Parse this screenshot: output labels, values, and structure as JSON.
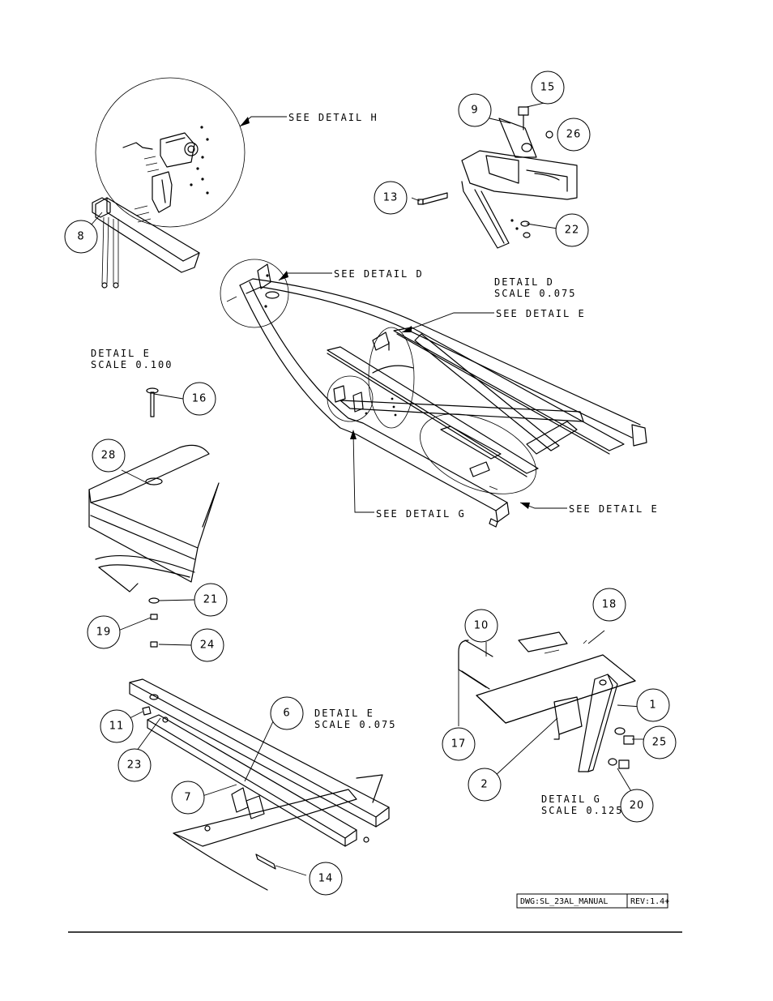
{
  "callouts": [
    {
      "id": "c15",
      "label": "15"
    },
    {
      "id": "c9",
      "label": "9"
    },
    {
      "id": "c26",
      "label": "26"
    },
    {
      "id": "c13",
      "label": "13"
    },
    {
      "id": "c22",
      "label": "22"
    },
    {
      "id": "c8",
      "label": "8"
    },
    {
      "id": "c16",
      "label": "16"
    },
    {
      "id": "c28",
      "label": "28"
    },
    {
      "id": "c21",
      "label": "21"
    },
    {
      "id": "c19",
      "label": "19"
    },
    {
      "id": "c24",
      "label": "24"
    },
    {
      "id": "c18",
      "label": "18"
    },
    {
      "id": "c10",
      "label": "10"
    },
    {
      "id": "c1",
      "label": "1"
    },
    {
      "id": "c25",
      "label": "25"
    },
    {
      "id": "c17",
      "label": "17"
    },
    {
      "id": "c2",
      "label": "2"
    },
    {
      "id": "c20",
      "label": "20"
    },
    {
      "id": "c6",
      "label": "6"
    },
    {
      "id": "c11",
      "label": "11"
    },
    {
      "id": "c23",
      "label": "23"
    },
    {
      "id": "c7",
      "label": "7"
    },
    {
      "id": "c14",
      "label": "14"
    }
  ],
  "notes": {
    "see_detail_h": "SEE DETAIL  H",
    "see_detail_d": "SEE DETAIL  D",
    "see_detail_e_top": "SEE DETAIL  E",
    "see_detail_e_bottom": "SEE DETAIL  E",
    "see_detail_g": "SEE DETAIL  G",
    "detail_d_title": "DETAIL  D",
    "detail_d_scale": "SCALE  0.075",
    "detail_e1_title": "DETAIL  E",
    "detail_e1_scale": "SCALE  0.100",
    "detail_e2_title": "DETAIL  E",
    "detail_e2_scale": "SCALE  0.075",
    "detail_g_title": "DETAIL  G",
    "detail_g_scale": "SCALE  0.125"
  },
  "title_block": {
    "drawing": "DWG:SL_23AL_MANUAL",
    "revision": "REV:1.4+"
  }
}
